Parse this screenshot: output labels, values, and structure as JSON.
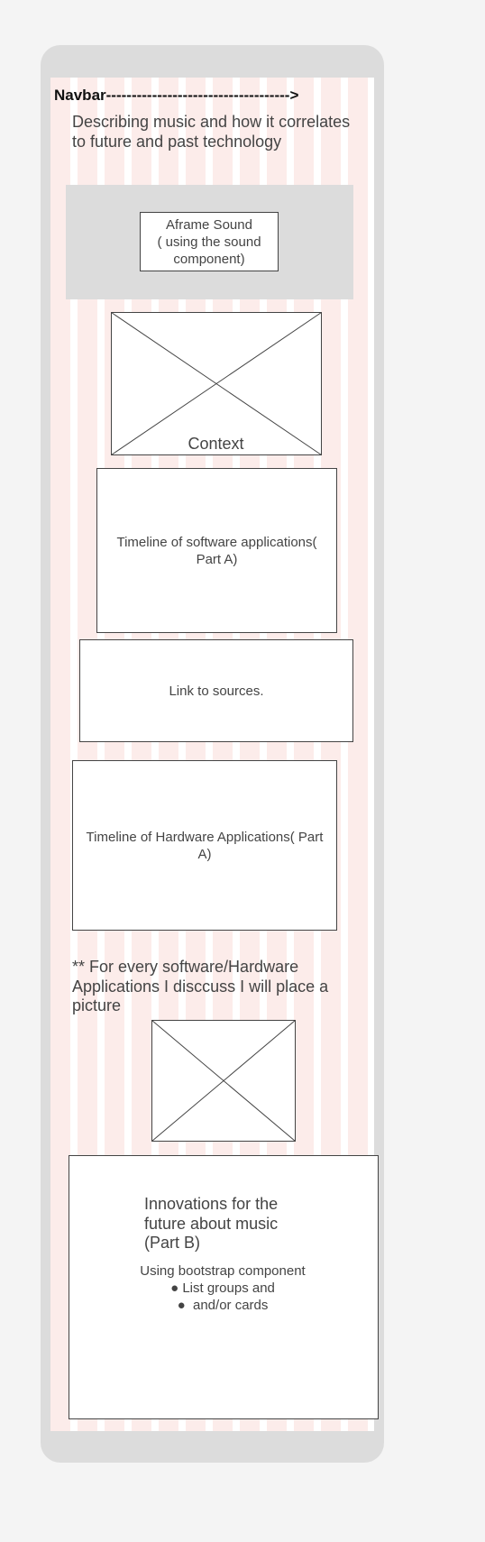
{
  "navbar": {
    "label": "Navbar------------------------------------>"
  },
  "description": "Describing music and how it correlates to future and past technology",
  "sound": {
    "lines": [
      "Aframe Sound",
      "( using the sound",
      "component)"
    ]
  },
  "context": {
    "label": "Context"
  },
  "timeline_software": {
    "label": "Timeline of software applications( Part A)"
  },
  "sources": {
    "label": "Link to sources."
  },
  "timeline_hardware": {
    "label": "Timeline of Hardware Applications( Part A)"
  },
  "note": "** For every software/Hardware Applications I disccuss I will place a picture",
  "innovations": {
    "title": "Innovations for the future about music (Part B)",
    "subtitle": "Using bootstrap component",
    "items": [
      "List groups and",
      "and/or cards"
    ]
  },
  "colors": {
    "device": "#dcdcdc",
    "stripe": "#fcecea",
    "text": "#444444"
  }
}
